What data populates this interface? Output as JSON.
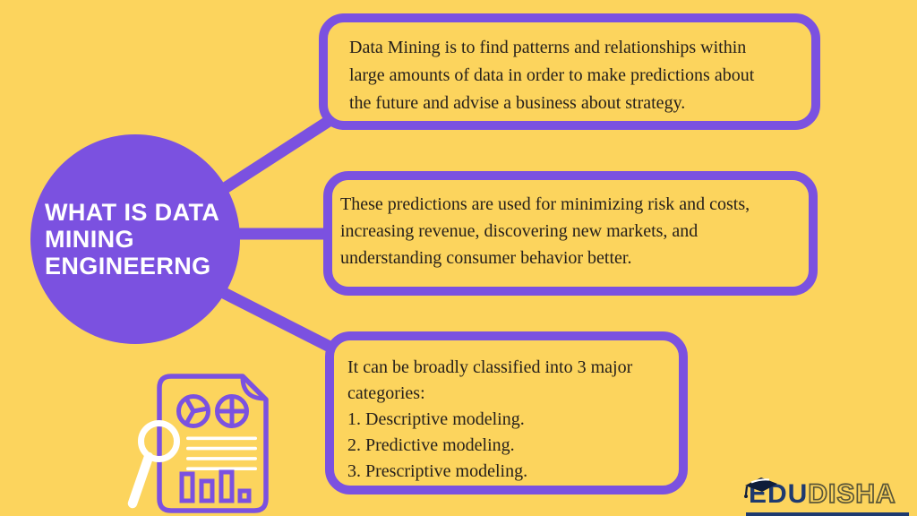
{
  "colors": {
    "background": "#FCD45D",
    "purple": "#7B51E0",
    "body_text": "#26201B",
    "circle_text": "#FFFFFF",
    "logo_navy": "#1E3A6F",
    "logo_outline": "#5A5638"
  },
  "circle": {
    "lines": [
      "WHAT IS DATA",
      "MINING",
      "ENGINEERNG"
    ]
  },
  "boxes": [
    {
      "name": "definition",
      "lines": [
        "Data Mining is to find patterns and relationships within",
        "large amounts of data in order to make predictions about",
        "the future and advise a business about strategy."
      ]
    },
    {
      "name": "uses-of-predictions",
      "lines": [
        "These predictions are used for minimizing risk and costs,",
        "increasing revenue, discovering new markets, and",
        "understanding consumer behavior better."
      ]
    },
    {
      "name": "categories",
      "lines": [
        "It can be broadly classified into 3 major",
        "categories:",
        "1. Descriptive modeling.",
        "2. Predictive modeling.",
        "3. Prescriptive modeling."
      ]
    }
  ],
  "icons": {
    "document": "document-analysis-icon",
    "magnifier": "magnifier-icon",
    "pie_chart_1": "pie-chart-icon",
    "pie_chart_2": "pie-chart-crosshair-icon",
    "bar_chart": "bar-chart-icon",
    "graduation_cap": "graduation-cap-icon"
  },
  "logo": {
    "text_primary": "EDU",
    "text_secondary": "DISHA"
  }
}
